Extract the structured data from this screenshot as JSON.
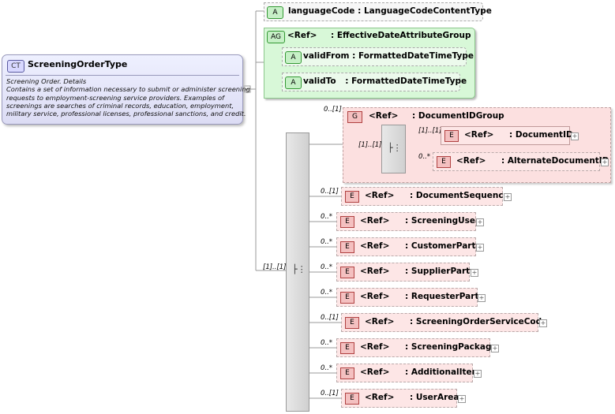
{
  "complex_type": {
    "badge": "CT",
    "name": "ScreeningOrderType",
    "doc_lines": [
      "Screening Order. Details",
      "Contains a set of information necessary to submit or administer screening",
      "requests to employment-screening service providers. Examples of",
      "screenings are searches of criminal records, education, employment,",
      "military service, professional licenses, professional sanctions, and credit."
    ]
  },
  "attributes": {
    "language_code": {
      "badge": "A",
      "name": "languageCode",
      "type": ": LanguageCodeContentType"
    },
    "attr_group": {
      "badge": "AG",
      "ref": "<Ref>",
      "name": ": EffectiveDateAttributeGroup",
      "valid_from": {
        "badge": "A",
        "name": "validFrom",
        "type": ": FormattedDateTimeType"
      },
      "valid_to": {
        "badge": "A",
        "name": "validTo",
        "type": ": FormattedDateTimeType"
      }
    }
  },
  "sequence": {
    "cardinality": "[1]..[1]",
    "doc_id_group": {
      "cardinality": "0..[1]",
      "badge": "G",
      "ref": "<Ref>",
      "name": ": DocumentIDGroup",
      "inner_sequence_cardinality": "[1]..[1]",
      "document_id": {
        "cardinality": "[1]..[1]",
        "badge": "E",
        "ref": "<Ref>",
        "name": ": DocumentID"
      },
      "alternate_document_id": {
        "cardinality": "0..*",
        "badge": "E",
        "ref": "<Ref>",
        "name": ": AlternateDocumentID"
      }
    },
    "elements": [
      {
        "cardinality": "0..[1]",
        "badge": "E",
        "ref": "<Ref>",
        "name": ": DocumentSequence"
      },
      {
        "cardinality": "0..*",
        "badge": "E",
        "ref": "<Ref>",
        "name": ": ScreeningUser"
      },
      {
        "cardinality": "0..*",
        "badge": "E",
        "ref": "<Ref>",
        "name": ": CustomerParty"
      },
      {
        "cardinality": "0..*",
        "badge": "E",
        "ref": "<Ref>",
        "name": ": SupplierParty"
      },
      {
        "cardinality": "0..*",
        "badge": "E",
        "ref": "<Ref>",
        "name": ": RequesterParty"
      },
      {
        "cardinality": "0..[1]",
        "badge": "E",
        "ref": "<Ref>",
        "name": ": ScreeningOrderServiceCode"
      },
      {
        "cardinality": "0..*",
        "badge": "E",
        "ref": "<Ref>",
        "name": ": ScreeningPackage"
      },
      {
        "cardinality": "0..*",
        "badge": "E",
        "ref": "<Ref>",
        "name": ": AdditionalItem"
      },
      {
        "cardinality": "0..[1]",
        "badge": "E",
        "ref": "<Ref>",
        "name": ": UserArea"
      }
    ],
    "expand_symbol": "+"
  },
  "colors": {
    "complex_type_bg": "#dcdcf4",
    "attribute_bg": "#d8f8d8",
    "element_bg": "#fde6e6"
  }
}
